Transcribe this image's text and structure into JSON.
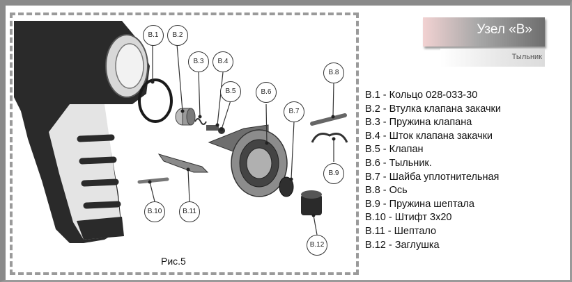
{
  "header": {
    "title": "Узел «В»",
    "subtitle": "Тыльник"
  },
  "parts": [
    "В.1  -  Кольцо 028-033-30",
    "В.2  -  Втулка клапана закачки",
    "В.3  -  Пружина клапана",
    "В.4  -  Шток клапана закачки",
    "В.5  -  Клапан",
    "В.6  -  Тыльник.",
    "В.7  -  Шайба уплотнительная",
    "В.8  -  Ось",
    "В.9  -  Пружина шептала",
    "В.10 -  Штифт 3х20",
    "В.11 -  Шептало",
    "В.12 -  Заглушка"
  ],
  "callouts": [
    "B.1",
    "B.2",
    "B.3",
    "B.4",
    "B.5",
    "B.6",
    "B.7",
    "B.8",
    "B.9",
    "B.10",
    "B.11",
    "B.12"
  ],
  "caption": "Рис.5"
}
